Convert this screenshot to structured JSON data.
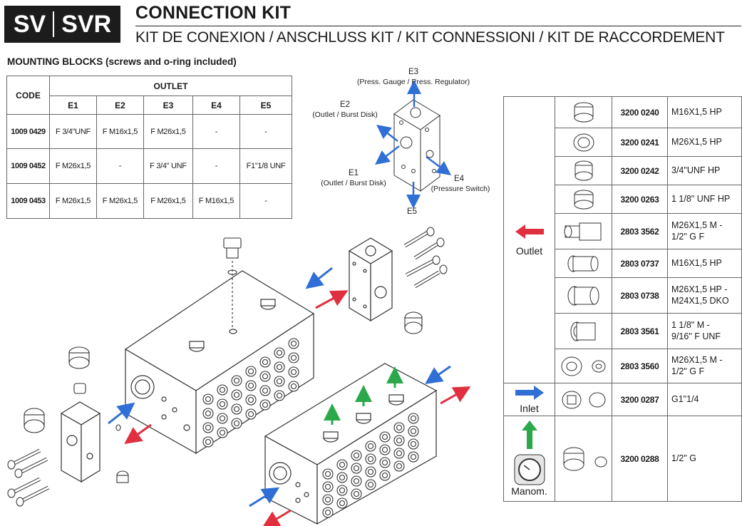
{
  "header": {
    "badge_left": "SV",
    "badge_right": "SVR",
    "title": "CONNECTION KIT",
    "subtitle": "KIT DE CONEXION / ANSCHLUSS KIT / KIT CONNESSIONI / KIT DE RACCORDEMENT"
  },
  "mounting_blocks": {
    "title": "MOUNTING BLOCKS (screws and o-ring included)",
    "code_header": "CODE",
    "outlet_header": "OUTLET",
    "columns": [
      "E1",
      "E2",
      "E3",
      "E4",
      "E5"
    ],
    "rows": [
      {
        "code": "1009 0429",
        "cells": [
          "F 3/4\"UNF",
          "F M16x1,5",
          "F M26x1,5",
          "-",
          "-"
        ]
      },
      {
        "code": "1009 0452",
        "cells": [
          "F M26x1,5",
          "-",
          "F 3/4\" UNF",
          "-",
          "F1\"1/8 UNF"
        ]
      },
      {
        "code": "1009 0453",
        "cells": [
          "F M26x1,5",
          "F M26x1,5",
          "F M26x1,5",
          "F M16x1,5",
          "-"
        ]
      }
    ]
  },
  "port_diagram": {
    "e3_label": "E3",
    "e3_desc": "(Press. Gauge / Press. Regulator)",
    "e2_label": "E2",
    "e2_desc": "(Outlet / Burst Disk)",
    "e1_label": "E1",
    "e1_desc": "(Outlet / Burst Disk)",
    "e4_label": "E4",
    "e4_desc": "(Pressure Switch)",
    "e5_label": "E5",
    "colors": {
      "arrow": "#2f6fd6"
    }
  },
  "kit_table": {
    "outlet_label": "Outlet",
    "inlet_label": "Inlet",
    "manom_label": "Manom.",
    "outlet_items": [
      {
        "code": "3200 0240",
        "desc": "M16X1,5 HP"
      },
      {
        "code": "3200 0241",
        "desc": "M26X1,5 HP"
      },
      {
        "code": "3200 0242",
        "desc": "3/4\"UNF HP"
      },
      {
        "code": "3200 0263",
        "desc": "1 1/8\" UNF HP"
      },
      {
        "code": "2803 3562",
        "desc": "M26X1,5 M -",
        "desc2": "1/2\" G F"
      },
      {
        "code": "2803 0737",
        "desc": "M16X1,5 HP"
      },
      {
        "code": "2803 0738",
        "desc": "M26X1,5 HP -",
        "desc2": "M24X1,5 DKO"
      },
      {
        "code": "2803 3561",
        "desc": "1 1/8\" M -",
        "desc2": "9/16\" F UNF"
      },
      {
        "code": "2803 3560",
        "desc": "M26X1,5 M -",
        "desc2": "1/2\" G F"
      }
    ],
    "inlet_item": {
      "code": "3200 0287",
      "desc": "G1\"1/4"
    },
    "manom_item": {
      "code": "3200 0288",
      "desc": "1/2\" G"
    },
    "colors": {
      "outlet": "#e03040",
      "inlet": "#2f6fd6",
      "manom": "#2aa84a"
    }
  }
}
